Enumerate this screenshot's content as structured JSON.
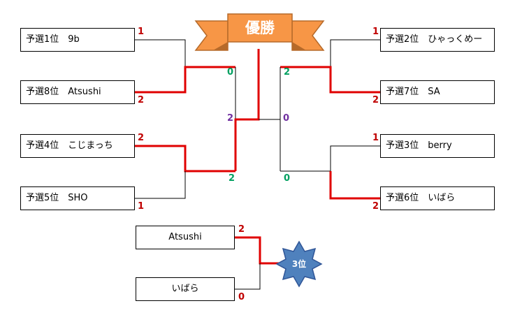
{
  "champion_label": "優勝",
  "third_label": "3位",
  "left": [
    {
      "label": "予選1位　9b"
    },
    {
      "label": "予選8位　Atsushi"
    },
    {
      "label": "予選4位　こじまっち"
    },
    {
      "label": "予選5位　SHO"
    }
  ],
  "right": [
    {
      "label": "予選2位　ひゃっくめー"
    },
    {
      "label": "予選7位　SA"
    },
    {
      "label": "予選3位　berry"
    },
    {
      "label": "予選6位　いばら"
    }
  ],
  "third_place": [
    {
      "label": "Atsushi"
    },
    {
      "label": "いばら"
    }
  ],
  "scores": {
    "r1_left_a": "1",
    "r1_left_b": "2",
    "r1_left_c": "2",
    "r1_left_d": "1",
    "r1_right_a": "1",
    "r1_right_b": "2",
    "r1_right_c": "1",
    "r1_right_d": "2",
    "semi_left_top": "0",
    "semi_left_bottom": "2",
    "semi_right_top": "2",
    "semi_right_bottom": "0",
    "final_left": "2",
    "final_right": "0",
    "third_top": "2",
    "third_bottom": "0"
  },
  "colors": {
    "win_line": "#e00000",
    "line": "#000000",
    "banner_fill": "#f79646",
    "banner_stroke": "#b66a2a",
    "star_fill": "#4f81bd",
    "star_stroke": "#2f5597"
  }
}
